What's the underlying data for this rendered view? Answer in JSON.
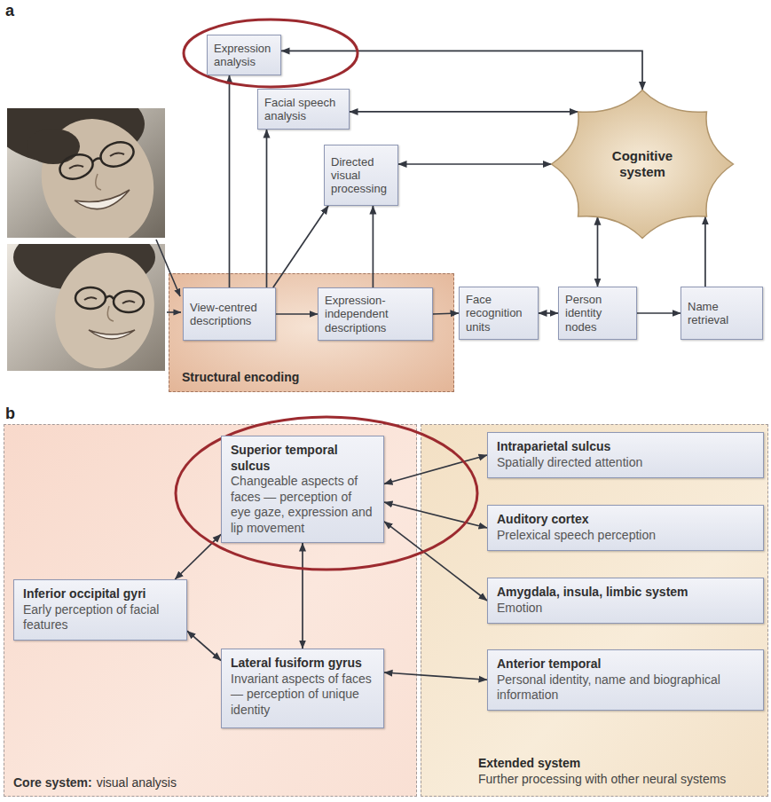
{
  "diagram": {
    "nodes": [
      {
        "text": [
          "Expression analysis"
        ]
      },
      {
        "text": [
          "Facial speech analysis"
        ]
      },
      {
        "text": [
          "Directed visual processing"
        ]
      },
      {
        "text": [
          "Cognitive system"
        ]
      },
      {
        "text": [
          "Structural encoding"
        ]
      },
      {
        "text": [
          "View-centred descriptions"
        ],
        "in": 4
      },
      {
        "text": [
          "Expression-independent descriptions"
        ],
        "in": 4
      },
      {
        "text": [
          "Face recognition units"
        ]
      },
      {
        "text": [
          "Person identity nodes"
        ]
      },
      {
        "text": [
          "Name retrieval"
        ]
      },
      {
        "text": [
          "Core system:",
          "visual analysis"
        ]
      },
      {
        "text": [
          "Inferior occipital gyri",
          "Early perception of facial features"
        ],
        "in": 10
      },
      {
        "text": [
          "Superior temporal sulcus",
          "Changeable aspects of faces — perception of eye gaze, expression and lip movement"
        ],
        "in": 10
      },
      {
        "text": [
          "Lateral fusiform gyrus",
          "Invariant aspects of faces — perception of unique identity"
        ],
        "in": 10
      },
      {
        "text": [
          "Extended system",
          "Further processing with other neural systems"
        ]
      },
      {
        "text": [
          "Intraparietal sulcus",
          "Spatially directed attention"
        ],
        "in": 14
      },
      {
        "text": [
          "Auditory cortex",
          "Prelexical speech perception"
        ],
        "in": 14
      },
      {
        "text": [
          "Amygdala, insula, limbic system",
          "Emotion"
        ],
        "in": 14
      },
      {
        "text": [
          "Anterior temporal",
          "Personal identity, name and biographical information"
        ],
        "in": 14
      }
    ],
    "edges": [
      {
        "from": 5,
        "to": 0,
        "arrow": "to"
      },
      {
        "from": 5,
        "to": 1,
        "arrow": "to"
      },
      {
        "from": 5,
        "to": 2,
        "arrow": "to"
      },
      {
        "from": 6,
        "to": 2,
        "arrow": "to"
      },
      {
        "from": 5,
        "to": 6,
        "arrow": "to"
      },
      {
        "from": 6,
        "to": 7,
        "arrow": "to"
      },
      {
        "from": 7,
        "to": 8,
        "arrow": "both"
      },
      {
        "from": 8,
        "to": 9,
        "arrow": "to"
      },
      {
        "from": 0,
        "to": 3,
        "arrow": "both"
      },
      {
        "from": 1,
        "to": 3,
        "arrow": "both"
      },
      {
        "from": 2,
        "to": 3,
        "arrow": "both"
      },
      {
        "from": 8,
        "to": 3,
        "arrow": "both"
      },
      {
        "from": 9,
        "to": 3,
        "arrow": "to"
      },
      {
        "from": 11,
        "to": 12,
        "arrow": "both"
      },
      {
        "from": 11,
        "to": 13,
        "arrow": "both"
      },
      {
        "from": 12,
        "to": 13,
        "arrow": "both"
      },
      {
        "from": 12,
        "to": 15,
        "arrow": "both"
      },
      {
        "from": 12,
        "to": 16,
        "arrow": "both"
      },
      {
        "from": 12,
        "to": 17,
        "arrow": "both"
      },
      {
        "from": 13,
        "to": 18,
        "arrow": "both"
      }
    ],
    "labels": [
      "a",
      "b"
    ]
  }
}
